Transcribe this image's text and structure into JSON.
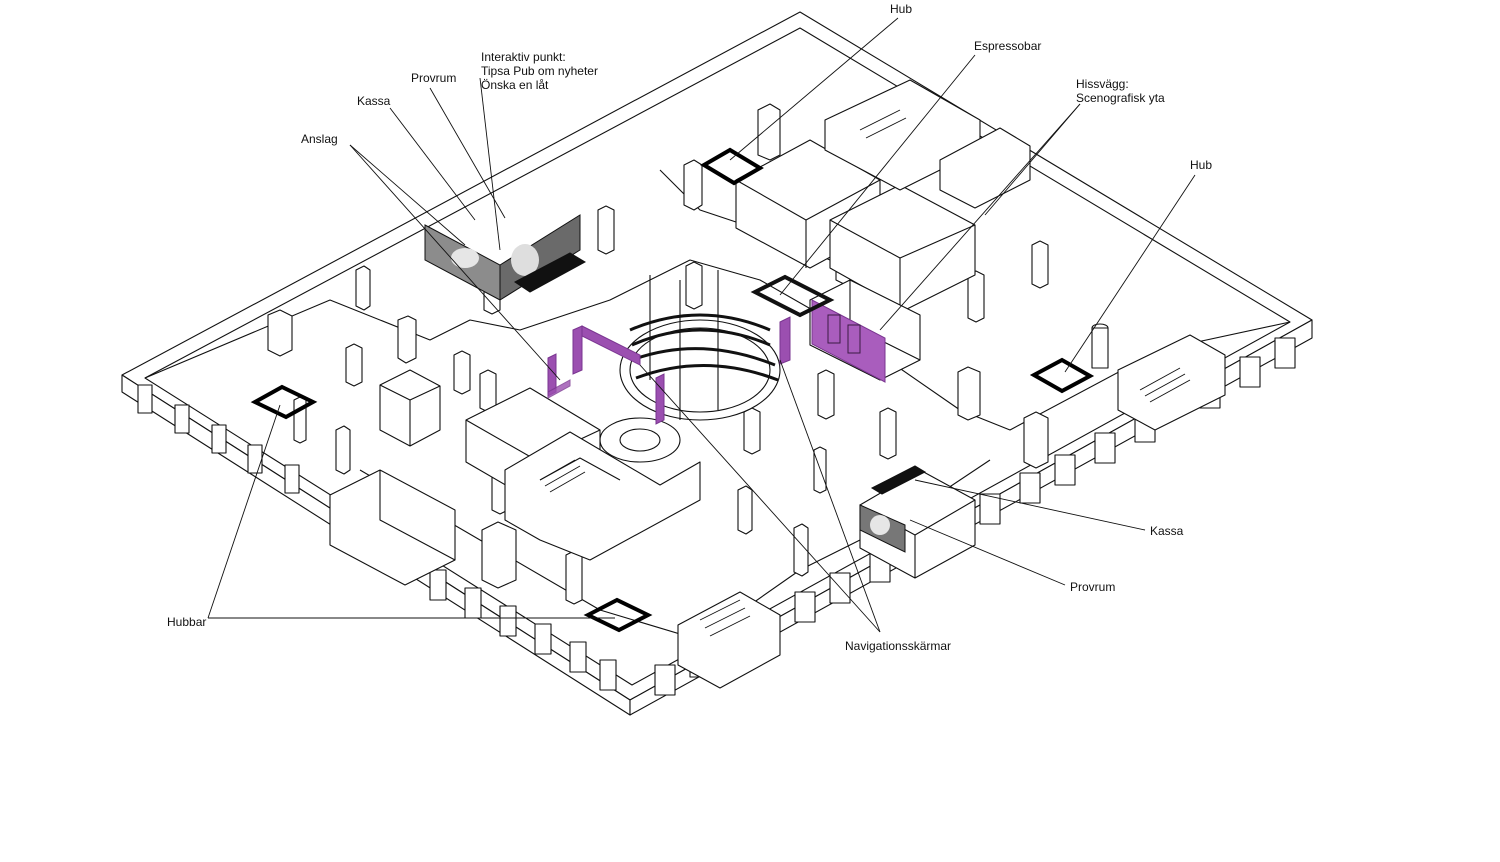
{
  "labels": {
    "hub_top": "Hub",
    "espressobar": "Espressobar",
    "interaktiv": [
      "Interaktiv punkt:",
      "Tipsa Pub om nyheter",
      "Önska en låt"
    ],
    "provrum_top": "Provrum",
    "kassa_top": "Kassa",
    "anslag": "Anslag",
    "hissvagg": [
      "Hissvägg:",
      "Scenografisk yta"
    ],
    "hub_right": "Hub",
    "kassa_bottom": "Kassa",
    "provrum_bottom": "Provrum",
    "navigation": "Navigationsskärmar",
    "hubbar": "Hubbar"
  },
  "colors": {
    "accent_purple": "#9b4fb0",
    "line": "#111111",
    "fill": "#ffffff"
  }
}
